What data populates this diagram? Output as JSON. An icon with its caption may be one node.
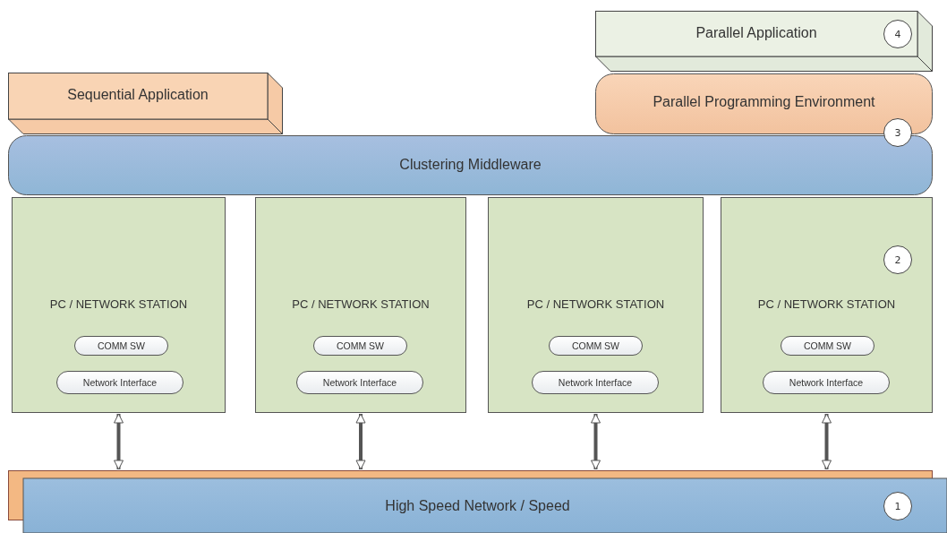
{
  "diagram": {
    "nodes": [
      {
        "text": [
          "Parallel Application"
        ]
      },
      {
        "text": [
          "4"
        ],
        "in": 0
      },
      {
        "text": [
          "Sequential Application"
        ]
      },
      {
        "text": [
          "Parallel Programming Environment"
        ]
      },
      {
        "text": [
          "3"
        ]
      },
      {
        "text": [
          "Clustering Middleware"
        ]
      },
      {
        "text": [
          "PC / NETWORK STATION"
        ]
      },
      {
        "text": [
          "COMM SW"
        ],
        "in": 6
      },
      {
        "text": [
          "Network Interface"
        ],
        "in": 6
      },
      {
        "text": [
          "PC / NETWORK STATION"
        ]
      },
      {
        "text": [
          "COMM SW"
        ],
        "in": 9
      },
      {
        "text": [
          "Network Interface"
        ],
        "in": 9
      },
      {
        "text": [
          "PC / NETWORK STATION"
        ]
      },
      {
        "text": [
          "COMM SW"
        ],
        "in": 12
      },
      {
        "text": [
          "Network Interface"
        ],
        "in": 12
      },
      {
        "text": [
          "PC / NETWORK STATION"
        ]
      },
      {
        "text": [
          "2"
        ],
        "in": 15
      },
      {
        "text": [
          "COMM SW"
        ],
        "in": 15
      },
      {
        "text": [
          "Network Interface"
        ],
        "in": 15
      },
      {
        "text": [
          "High Speed Network / Speed"
        ]
      },
      {
        "text": [
          "1"
        ],
        "in": 19
      }
    ],
    "edges": [
      {
        "from": 6,
        "to": 19,
        "arrow": "both"
      },
      {
        "from": 9,
        "to": 19,
        "arrow": "both"
      },
      {
        "from": 12,
        "to": 19,
        "arrow": "both"
      },
      {
        "from": 15,
        "to": 19,
        "arrow": "both"
      }
    ]
  }
}
